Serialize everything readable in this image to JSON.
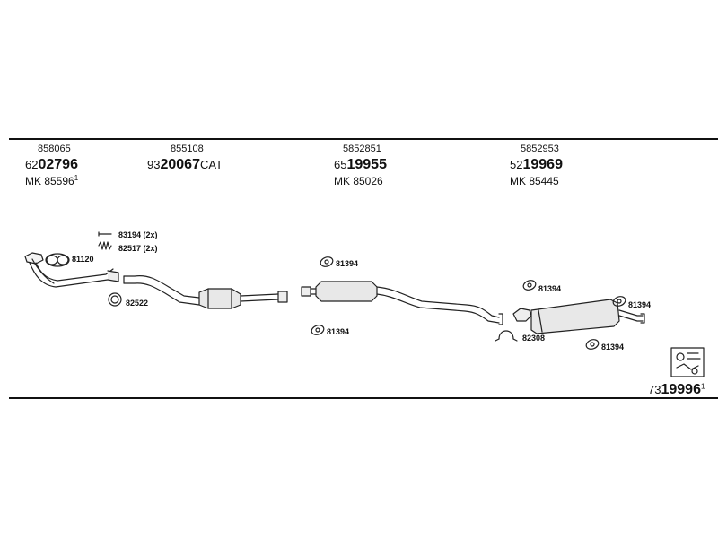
{
  "groups": [
    {
      "ref": "858065",
      "num_prefix": "62",
      "num_main": "02796",
      "num_suffix": "",
      "mk": "MK 85596",
      "mk_sup": "1"
    },
    {
      "ref": "855108",
      "num_prefix": "93",
      "num_main": "20067",
      "num_suffix": "CAT",
      "mk": "",
      "mk_sup": ""
    },
    {
      "ref": "5852851",
      "num_prefix": "65",
      "num_main": "19955",
      "num_suffix": "",
      "mk": "MK 85026",
      "mk_sup": ""
    },
    {
      "ref": "5852953",
      "num_prefix": "52",
      "num_main": "19969",
      "num_suffix": "",
      "mk": "MK 85445",
      "mk_sup": ""
    }
  ],
  "parts": {
    "p81120": "81120",
    "p83194": "83194 (2x)",
    "p82517": "82517 (2x)",
    "p82522": "82522",
    "p81394a": "81394",
    "p81394b": "81394",
    "p81394c": "81394",
    "p81394d": "81394",
    "p81394e": "81394",
    "p82308": "82308"
  },
  "kit": {
    "prefix": "73",
    "main": "19996",
    "sup": "1"
  }
}
